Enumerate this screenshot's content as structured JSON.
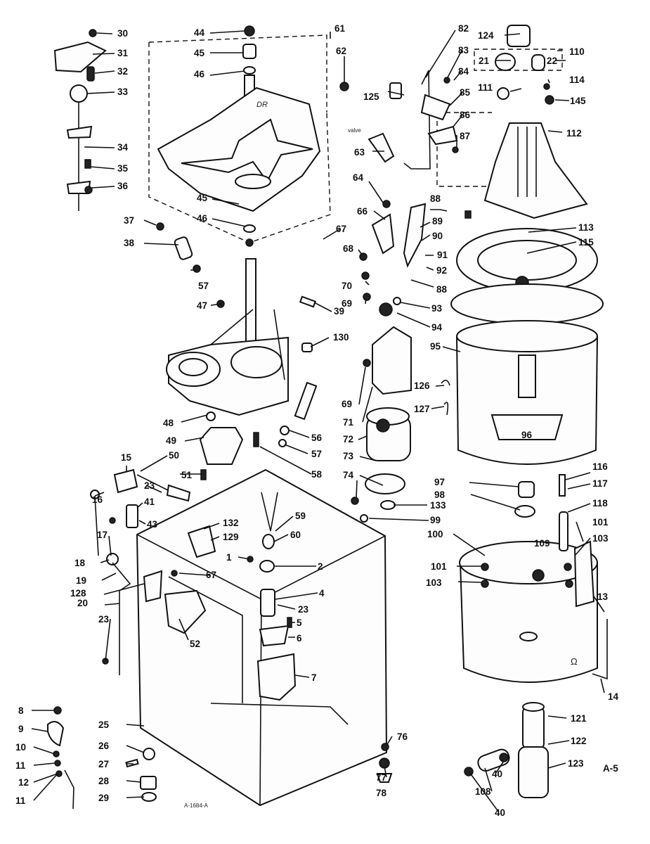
{
  "parts": [
    {
      "label": "30",
      "name": "callout-30"
    },
    {
      "label": "31",
      "name": "callout-31"
    },
    {
      "label": "32",
      "name": "callout-32"
    },
    {
      "label": "33",
      "name": "callout-33"
    },
    {
      "label": "34",
      "name": "callout-34"
    },
    {
      "label": "35",
      "name": "callout-35"
    },
    {
      "label": "36",
      "name": "callout-36"
    },
    {
      "label": "37",
      "name": "callout-37"
    },
    {
      "label": "38",
      "name": "callout-38"
    },
    {
      "label": "57",
      "name": "callout-57-a"
    },
    {
      "label": "44",
      "name": "callout-44"
    },
    {
      "label": "45",
      "name": "callout-45-a"
    },
    {
      "label": "46",
      "name": "callout-46-a"
    },
    {
      "label": "45",
      "name": "callout-45-b"
    },
    {
      "label": "46",
      "name": "callout-46-b"
    },
    {
      "label": "61",
      "name": "callout-61"
    },
    {
      "label": "62",
      "name": "callout-62"
    },
    {
      "label": "67",
      "name": "callout-67-a"
    },
    {
      "label": "82",
      "name": "callout-82"
    },
    {
      "label": "83",
      "name": "callout-83"
    },
    {
      "label": "84",
      "name": "callout-84"
    },
    {
      "label": "85",
      "name": "callout-85"
    },
    {
      "label": "86",
      "name": "callout-86"
    },
    {
      "label": "87",
      "name": "callout-87"
    },
    {
      "label": "125",
      "name": "callout-125"
    },
    {
      "label": "63",
      "name": "callout-63"
    },
    {
      "label": "64",
      "name": "callout-64"
    },
    {
      "label": "66",
      "name": "callout-66"
    },
    {
      "label": "68",
      "name": "callout-68"
    },
    {
      "label": "70",
      "name": "callout-70"
    },
    {
      "label": "69",
      "name": "callout-69-a"
    },
    {
      "label": "88",
      "name": "callout-88-a"
    },
    {
      "label": "89",
      "name": "callout-89"
    },
    {
      "label": "90",
      "name": "callout-90"
    },
    {
      "label": "91",
      "name": "callout-91"
    },
    {
      "label": "92",
      "name": "callout-92"
    },
    {
      "label": "88",
      "name": "callout-88-b"
    },
    {
      "label": "93",
      "name": "callout-93"
    },
    {
      "label": "94",
      "name": "callout-94"
    },
    {
      "label": "124",
      "name": "callout-124"
    },
    {
      "label": "110",
      "name": "callout-110"
    },
    {
      "label": "21",
      "name": "callout-21"
    },
    {
      "label": "22",
      "name": "callout-22"
    },
    {
      "label": "111",
      "name": "callout-111"
    },
    {
      "label": "114",
      "name": "callout-114"
    },
    {
      "label": "145",
      "name": "callout-145"
    },
    {
      "label": "112",
      "name": "callout-112"
    },
    {
      "label": "113",
      "name": "callout-113"
    },
    {
      "label": "115",
      "name": "callout-115"
    },
    {
      "label": "95",
      "name": "callout-95"
    },
    {
      "label": "126",
      "name": "callout-126"
    },
    {
      "label": "127",
      "name": "callout-127"
    },
    {
      "label": "96",
      "name": "callout-96"
    },
    {
      "label": "47",
      "name": "callout-47"
    },
    {
      "label": "39",
      "name": "callout-39"
    },
    {
      "label": "130",
      "name": "callout-130"
    },
    {
      "label": "48",
      "name": "callout-48"
    },
    {
      "label": "49",
      "name": "callout-49"
    },
    {
      "label": "56",
      "name": "callout-56"
    },
    {
      "label": "57",
      "name": "callout-57-b"
    },
    {
      "label": "58",
      "name": "callout-58"
    },
    {
      "label": "69",
      "name": "callout-69-b"
    },
    {
      "label": "71",
      "name": "callout-71"
    },
    {
      "label": "72",
      "name": "callout-72"
    },
    {
      "label": "73",
      "name": "callout-73"
    },
    {
      "label": "74",
      "name": "callout-74"
    },
    {
      "label": "97",
      "name": "callout-97"
    },
    {
      "label": "98",
      "name": "callout-98"
    },
    {
      "label": "133",
      "name": "callout-133"
    },
    {
      "label": "99",
      "name": "callout-99"
    },
    {
      "label": "100",
      "name": "callout-100"
    },
    {
      "label": "116",
      "name": "callout-116"
    },
    {
      "label": "117",
      "name": "callout-117"
    },
    {
      "label": "118",
      "name": "callout-118"
    },
    {
      "label": "101",
      "name": "callout-101-a"
    },
    {
      "label": "103",
      "name": "callout-103-a"
    },
    {
      "label": "109",
      "name": "callout-109"
    },
    {
      "label": "101",
      "name": "callout-101-b"
    },
    {
      "label": "103",
      "name": "callout-103-b"
    },
    {
      "label": "13",
      "name": "callout-13"
    },
    {
      "label": "14",
      "name": "callout-14"
    },
    {
      "label": "15",
      "name": "callout-15"
    },
    {
      "label": "50",
      "name": "callout-50"
    },
    {
      "label": "51",
      "name": "callout-51"
    },
    {
      "label": "16",
      "name": "callout-16"
    },
    {
      "label": "23",
      "name": "callout-23-a"
    },
    {
      "label": "41",
      "name": "callout-41"
    },
    {
      "label": "43",
      "name": "callout-43"
    },
    {
      "label": "17",
      "name": "callout-17"
    },
    {
      "label": "18",
      "name": "callout-18"
    },
    {
      "label": "19",
      "name": "callout-19"
    },
    {
      "label": "128",
      "name": "callout-128"
    },
    {
      "label": "20",
      "name": "callout-20"
    },
    {
      "label": "23",
      "name": "callout-23-b"
    },
    {
      "label": "132",
      "name": "callout-132"
    },
    {
      "label": "129",
      "name": "callout-129"
    },
    {
      "label": "67",
      "name": "callout-67-b"
    },
    {
      "label": "52",
      "name": "callout-52"
    },
    {
      "label": "59",
      "name": "callout-59"
    },
    {
      "label": "60",
      "name": "callout-60"
    },
    {
      "label": "1",
      "name": "callout-1"
    },
    {
      "label": "2",
      "name": "callout-2"
    },
    {
      "label": "4",
      "name": "callout-4"
    },
    {
      "label": "23",
      "name": "callout-23-c"
    },
    {
      "label": "5",
      "name": "callout-5"
    },
    {
      "label": "6",
      "name": "callout-6"
    },
    {
      "label": "7",
      "name": "callout-7"
    },
    {
      "label": "8",
      "name": "callout-8"
    },
    {
      "label": "9",
      "name": "callout-9"
    },
    {
      "label": "10",
      "name": "callout-10"
    },
    {
      "label": "11",
      "name": "callout-11-a"
    },
    {
      "label": "12",
      "name": "callout-12"
    },
    {
      "label": "11",
      "name": "callout-11-b"
    },
    {
      "label": "25",
      "name": "callout-25"
    },
    {
      "label": "26",
      "name": "callout-26"
    },
    {
      "label": "27",
      "name": "callout-27"
    },
    {
      "label": "28",
      "name": "callout-28"
    },
    {
      "label": "29",
      "name": "callout-29"
    },
    {
      "label": "76",
      "name": "callout-76"
    },
    {
      "label": "77",
      "name": "callout-77"
    },
    {
      "label": "78",
      "name": "callout-78"
    },
    {
      "label": "121",
      "name": "callout-121"
    },
    {
      "label": "122",
      "name": "callout-122"
    },
    {
      "label": "123",
      "name": "callout-123"
    },
    {
      "label": "40",
      "name": "callout-40-a"
    },
    {
      "label": "108",
      "name": "callout-108"
    },
    {
      "label": "40",
      "name": "callout-40-b"
    }
  ],
  "page_id": "A-5",
  "drawing_number": "A-1684-A",
  "handwriting": [
    "DR",
    "valve",
    "Ω"
  ]
}
